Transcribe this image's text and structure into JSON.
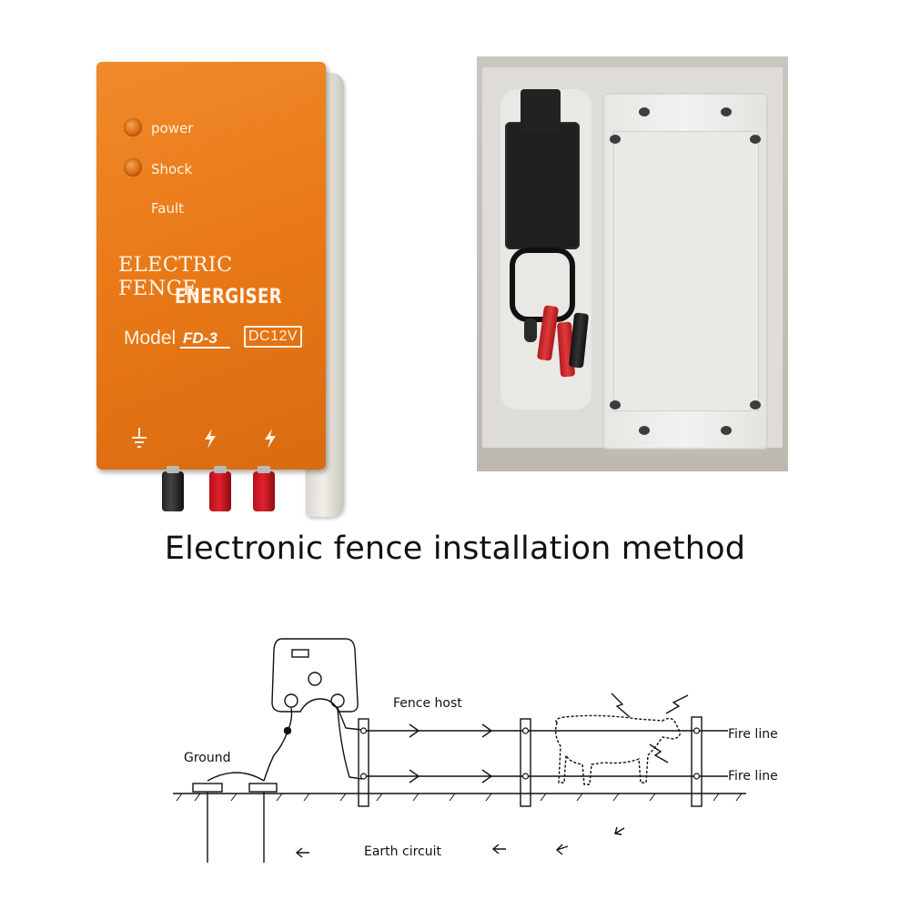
{
  "device": {
    "led_labels": [
      "power",
      "Shock",
      "Fault"
    ],
    "brand_line1": "ELECTRIC FENCE",
    "brand_line2": "ENERGISER",
    "model_label": "Model",
    "model_value": "FD-3",
    "voltage": "DC12V",
    "terminal_symbols": [
      "ground-symbol",
      "lightning-symbol",
      "lightning-symbol"
    ],
    "colors": {
      "body": "#ea7a18",
      "terminal_black": "#222222",
      "terminal_red": "#d11a25"
    }
  },
  "heading": "Electronic fence installation method",
  "diagram": {
    "labels": {
      "fence_host": "Fence host",
      "ground": "Ground",
      "fire_line_1": "Fire line",
      "fire_line_2": "Fire line",
      "earth_circuit": "Earth circuit"
    }
  }
}
